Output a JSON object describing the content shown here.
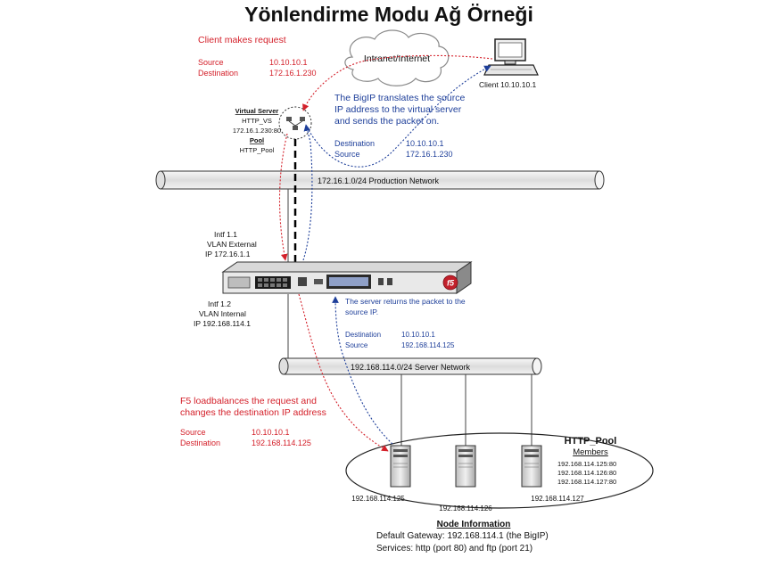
{
  "title": "Yönlendirme Modu Ağ Örneği",
  "cloud_label": "Intranet/Internet",
  "client": {
    "label": "Client  10.10.10.1"
  },
  "client_request": {
    "heading": "Client makes request",
    "source_key": "Source",
    "source_val": "10.10.10.1",
    "dest_key": "Destination",
    "dest_val": "172.16.1.230"
  },
  "bigip_translate": {
    "line1": "The BigIP translates the source",
    "line2": "IP address to the virtual server",
    "line3": "and sends the packet on.",
    "dest_key": "Destination",
    "dest_val": "10.10.10.1",
    "source_key": "Source",
    "source_val": "172.16.1.230"
  },
  "virtual_server": {
    "heading": "Virtual Server",
    "name": "HTTP_VS",
    "address": "172.16.1.230:80",
    "pool_heading": "Pool",
    "pool_name": "HTTP_Pool"
  },
  "production_network": "172.16.1.0/24 Production Network",
  "server_network": "192.168.114.0/24 Server Network",
  "external_interface": {
    "line1": "Intf 1.1",
    "line2": "VLAN External",
    "line3": "IP 172.16.1.1"
  },
  "internal_interface": {
    "line1": "Intf 1.2",
    "line2": "VLAN Internal",
    "line3": "IP 192.168.114.1"
  },
  "server_return": {
    "line1": "The server returns the packet to the",
    "line2": "source IP.",
    "dest_key": "Destination",
    "dest_val": "10.10.10.1",
    "source_key": "Source",
    "source_val": "192.168.114.125"
  },
  "f5_loadbalance": {
    "line1": "F5 loadbalances the request and",
    "line2": "changes the destination IP address",
    "source_key": "Source",
    "source_val": "10.10.10.1",
    "dest_key": "Destination",
    "dest_val": "192.168.114.125"
  },
  "pool_members": {
    "heading": "HTTP_Pool",
    "subheading": "Members",
    "member1": "192.168.114.125:80",
    "member2": "192.168.114.126:80",
    "member3": "192.168.114.127:80"
  },
  "servers": {
    "s1": "192.168.114.125",
    "s2": "192.168.114.126",
    "s3": "192.168.114.127"
  },
  "node_info": {
    "heading": "Node Information",
    "gateway": "Default Gateway: 192.168.114.1 (the BigIP)",
    "services": "Services: http (port 80) and ftp (port 21)"
  },
  "bigip_logo": "f5",
  "colors": {
    "request": "#d4202a",
    "response": "#1e3f9a",
    "network_pipe": "#e8e8e8"
  }
}
